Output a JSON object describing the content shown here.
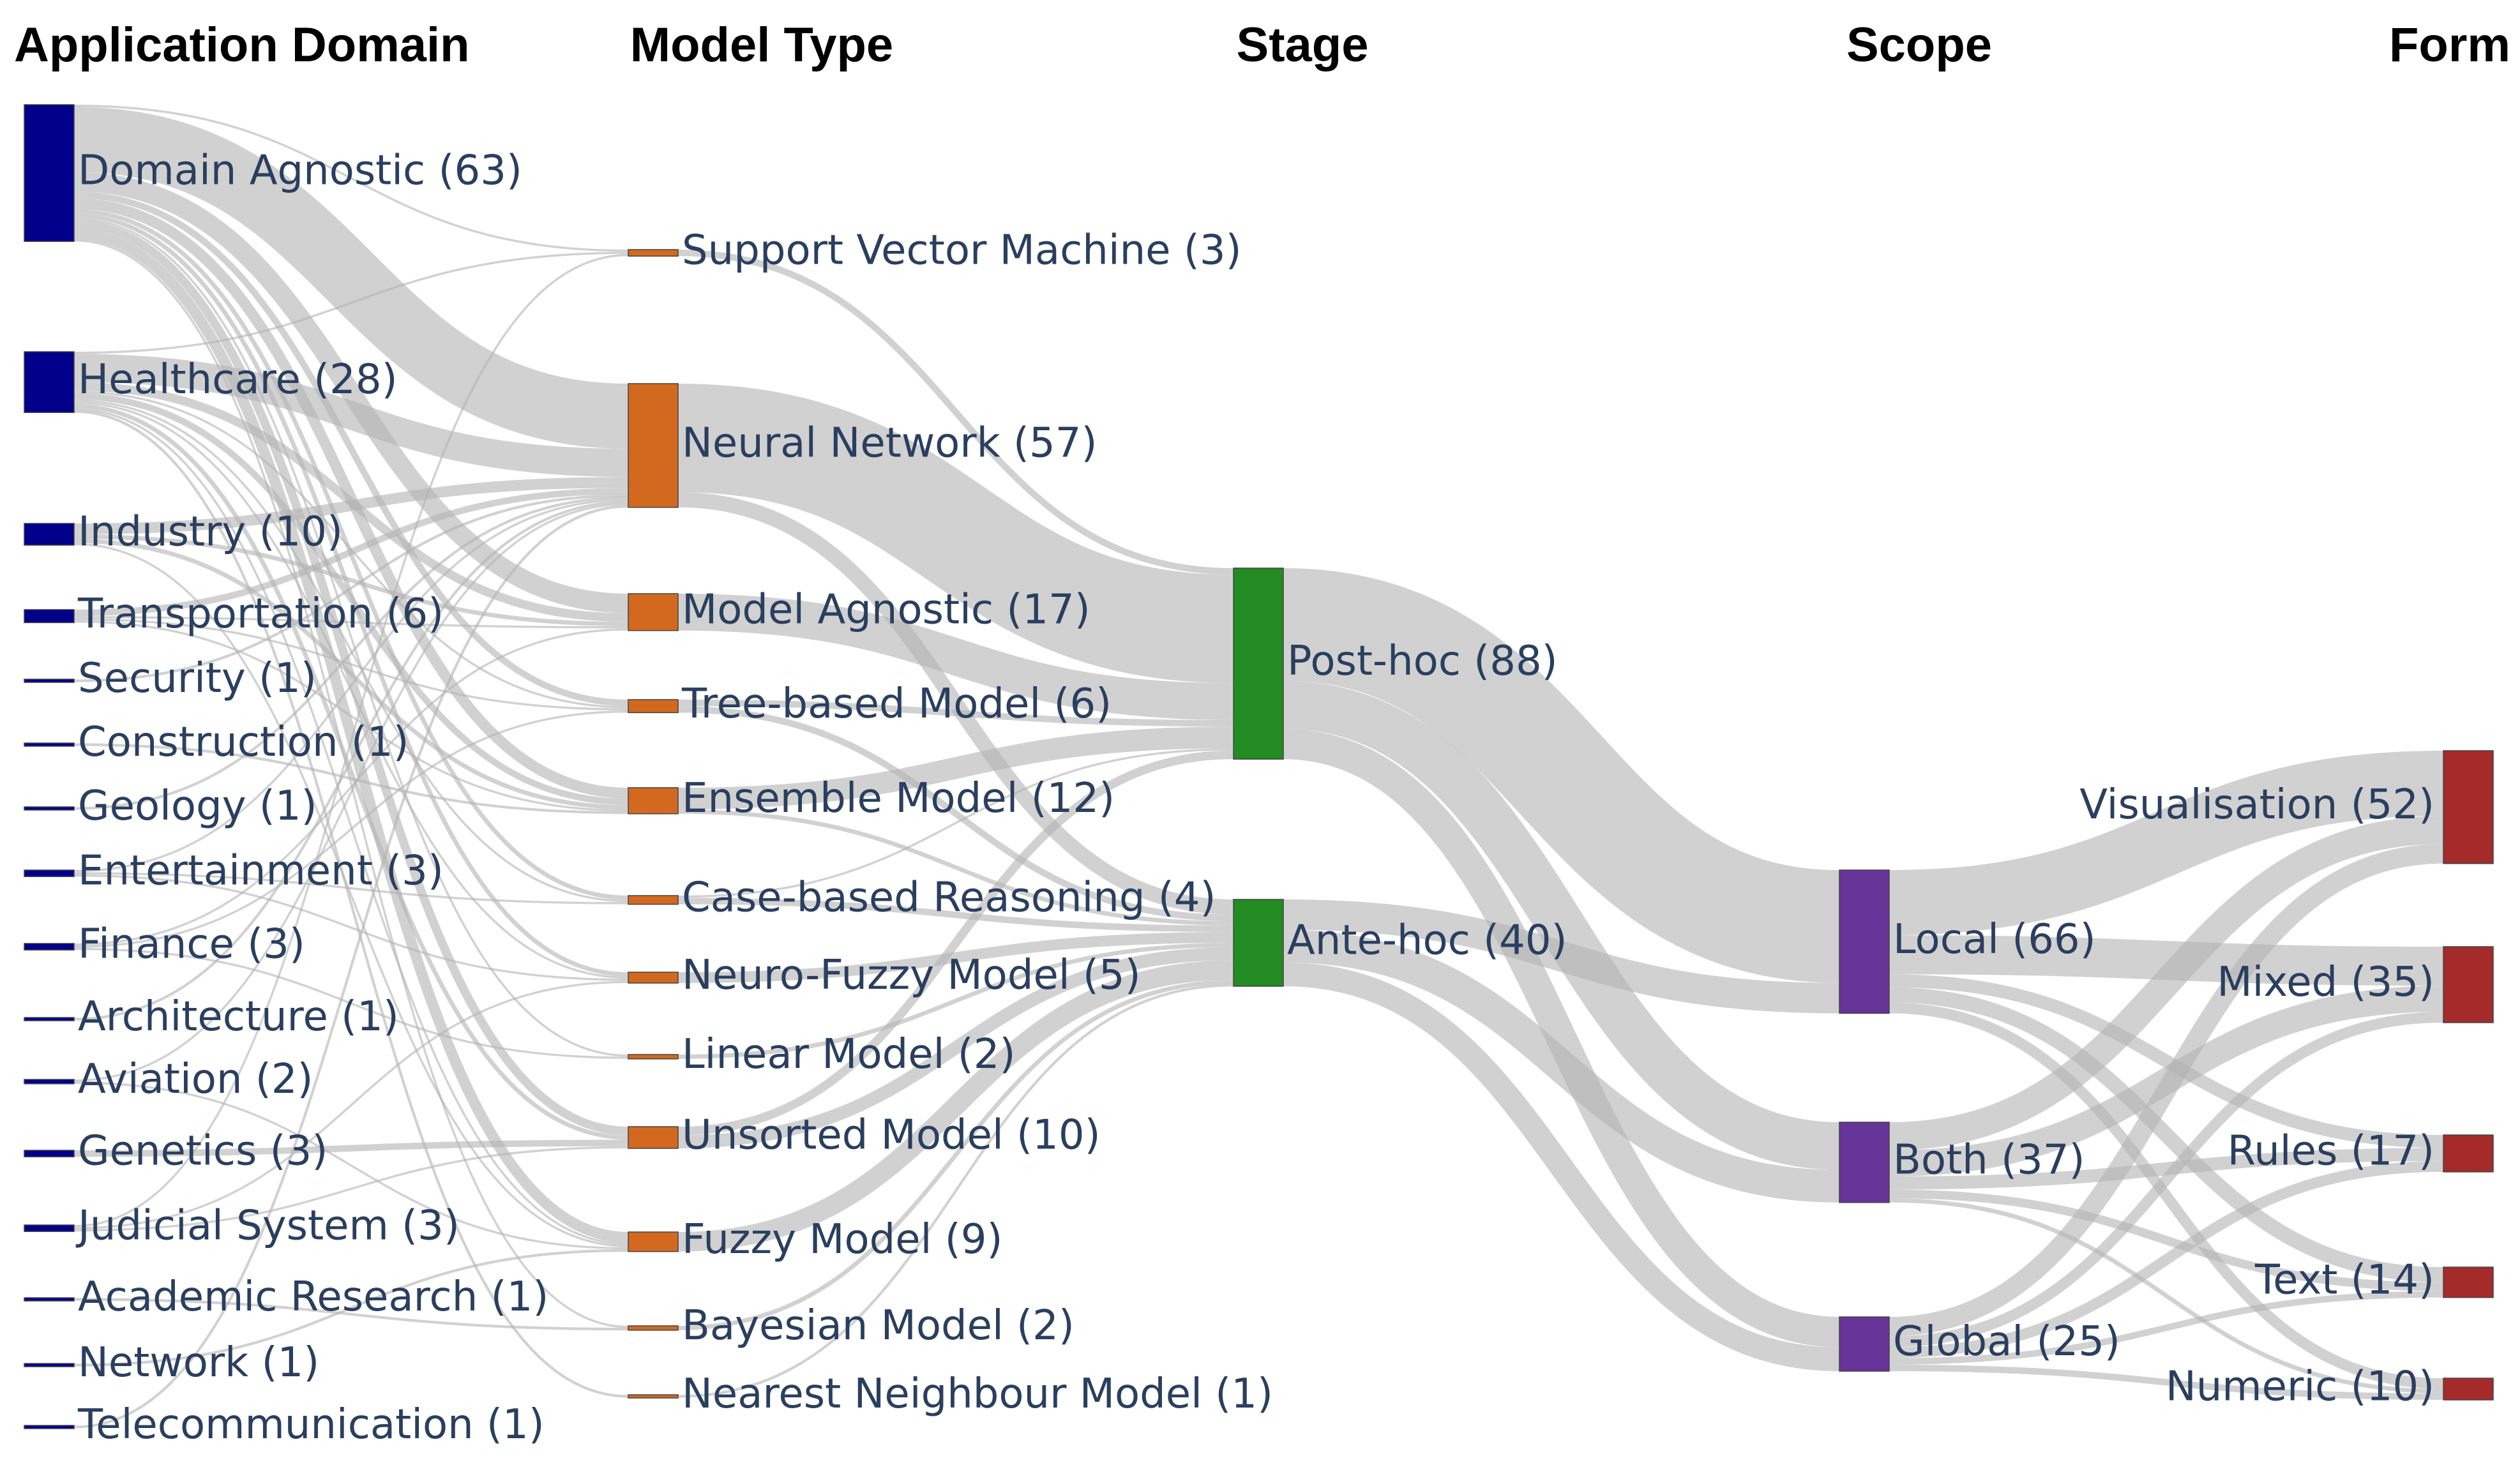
{
  "columns": [
    {
      "key": "domain",
      "title": "Application Domain",
      "color": "#00008b"
    },
    {
      "key": "model",
      "title": "Model Type",
      "color": "#d2691e"
    },
    {
      "key": "stage",
      "title": "Stage",
      "color": "#228b22"
    },
    {
      "key": "scope",
      "title": "Scope",
      "color": "#663399"
    },
    {
      "key": "form",
      "title": "Form",
      "color": "#a52a2a"
    }
  ],
  "nodes": {
    "domain": [
      {
        "id": "d_agnostic",
        "name": "Domain Agnostic",
        "count": 63
      },
      {
        "id": "d_health",
        "name": "Healthcare",
        "count": 28
      },
      {
        "id": "d_industry",
        "name": "Industry",
        "count": 10
      },
      {
        "id": "d_transport",
        "name": "Transportation",
        "count": 6
      },
      {
        "id": "d_security",
        "name": "Security",
        "count": 1
      },
      {
        "id": "d_construction",
        "name": "Construction",
        "count": 1
      },
      {
        "id": "d_geology",
        "name": "Geology",
        "count": 1
      },
      {
        "id": "d_entertainment",
        "name": "Entertainment",
        "count": 3
      },
      {
        "id": "d_finance",
        "name": "Finance",
        "count": 3
      },
      {
        "id": "d_architecture",
        "name": "Architecture",
        "count": 1
      },
      {
        "id": "d_aviation",
        "name": "Aviation",
        "count": 2
      },
      {
        "id": "d_genetics",
        "name": "Genetics",
        "count": 3
      },
      {
        "id": "d_judicial",
        "name": "Judicial System",
        "count": 3
      },
      {
        "id": "d_academic",
        "name": "Academic Research",
        "count": 1
      },
      {
        "id": "d_network",
        "name": "Network",
        "count": 1
      },
      {
        "id": "d_telecom",
        "name": "Telecommunication",
        "count": 1
      }
    ],
    "model": [
      {
        "id": "m_svm",
        "name": "Support Vector Machine",
        "count": 3
      },
      {
        "id": "m_nn",
        "name": "Neural Network",
        "count": 57
      },
      {
        "id": "m_agnostic",
        "name": "Model Agnostic",
        "count": 17
      },
      {
        "id": "m_tree",
        "name": "Tree-based Model",
        "count": 6
      },
      {
        "id": "m_ensemble",
        "name": "Ensemble Model",
        "count": 12
      },
      {
        "id": "m_cbr",
        "name": "Case-based Reasoning",
        "count": 4
      },
      {
        "id": "m_neurofuzzy",
        "name": "Neuro-Fuzzy Model",
        "count": 5
      },
      {
        "id": "m_linear",
        "name": "Linear Model",
        "count": 2
      },
      {
        "id": "m_unsorted",
        "name": "Unsorted Model",
        "count": 10
      },
      {
        "id": "m_fuzzy",
        "name": "Fuzzy Model",
        "count": 9
      },
      {
        "id": "m_bayes",
        "name": "Bayesian Model",
        "count": 2
      },
      {
        "id": "m_nnm",
        "name": "Nearest Neighbour Model",
        "count": 1
      }
    ],
    "stage": [
      {
        "id": "s_post",
        "name": "Post-hoc",
        "count": 88
      },
      {
        "id": "s_ante",
        "name": "Ante-hoc",
        "count": 40
      }
    ],
    "scope": [
      {
        "id": "c_local",
        "name": "Local",
        "count": 66
      },
      {
        "id": "c_both",
        "name": "Both",
        "count": 37
      },
      {
        "id": "c_global",
        "name": "Global",
        "count": 25
      }
    ],
    "form": [
      {
        "id": "f_vis",
        "name": "Visualisation",
        "count": 52
      },
      {
        "id": "f_mixed",
        "name": "Mixed",
        "count": 35
      },
      {
        "id": "f_rules",
        "name": "Rules",
        "count": 17
      },
      {
        "id": "f_text",
        "name": "Text",
        "count": 14
      },
      {
        "id": "f_numeric",
        "name": "Numeric",
        "count": 10
      }
    ]
  },
  "links": [
    {
      "s": "d_agnostic",
      "t": "m_svm",
      "v": 1
    },
    {
      "s": "d_agnostic",
      "t": "m_nn",
      "v": 30
    },
    {
      "s": "d_agnostic",
      "t": "m_agnostic",
      "v": 9
    },
    {
      "s": "d_agnostic",
      "t": "m_tree",
      "v": 3
    },
    {
      "s": "d_agnostic",
      "t": "m_ensemble",
      "v": 5
    },
    {
      "s": "d_agnostic",
      "t": "m_cbr",
      "v": 2
    },
    {
      "s": "d_agnostic",
      "t": "m_neurofuzzy",
      "v": 2
    },
    {
      "s": "d_agnostic",
      "t": "m_linear",
      "v": 1
    },
    {
      "s": "d_agnostic",
      "t": "m_unsorted",
      "v": 4
    },
    {
      "s": "d_agnostic",
      "t": "m_fuzzy",
      "v": 5
    },
    {
      "s": "d_agnostic",
      "t": "m_bayes",
      "v": 1
    },
    {
      "s": "d_health",
      "t": "m_svm",
      "v": 1
    },
    {
      "s": "d_health",
      "t": "m_nn",
      "v": 13
    },
    {
      "s": "d_health",
      "t": "m_agnostic",
      "v": 4
    },
    {
      "s": "d_health",
      "t": "m_tree",
      "v": 1
    },
    {
      "s": "d_health",
      "t": "m_ensemble",
      "v": 3
    },
    {
      "s": "d_health",
      "t": "m_cbr",
      "v": 1
    },
    {
      "s": "d_health",
      "t": "m_neurofuzzy",
      "v": 1
    },
    {
      "s": "d_health",
      "t": "m_unsorted",
      "v": 2
    },
    {
      "s": "d_health",
      "t": "m_fuzzy",
      "v": 1
    },
    {
      "s": "d_health",
      "t": "m_nnm",
      "v": 1
    },
    {
      "s": "d_industry",
      "t": "m_nn",
      "v": 5
    },
    {
      "s": "d_industry",
      "t": "m_agnostic",
      "v": 2
    },
    {
      "s": "d_industry",
      "t": "m_ensemble",
      "v": 2
    },
    {
      "s": "d_industry",
      "t": "m_fuzzy",
      "v": 1
    },
    {
      "s": "d_transport",
      "t": "m_nn",
      "v": 3
    },
    {
      "s": "d_transport",
      "t": "m_agnostic",
      "v": 1
    },
    {
      "s": "d_transport",
      "t": "m_tree",
      "v": 1
    },
    {
      "s": "d_transport",
      "t": "m_ensemble",
      "v": 1
    },
    {
      "s": "d_security",
      "t": "m_nn",
      "v": 1
    },
    {
      "s": "d_construction",
      "t": "m_ensemble",
      "v": 1
    },
    {
      "s": "d_geology",
      "t": "m_nn",
      "v": 1
    },
    {
      "s": "d_entertainment",
      "t": "m_nn",
      "v": 1
    },
    {
      "s": "d_entertainment",
      "t": "m_cbr",
      "v": 1
    },
    {
      "s": "d_entertainment",
      "t": "m_neurofuzzy",
      "v": 1
    },
    {
      "s": "d_finance",
      "t": "m_agnostic",
      "v": 1
    },
    {
      "s": "d_finance",
      "t": "m_tree",
      "v": 1
    },
    {
      "s": "d_finance",
      "t": "m_linear",
      "v": 1
    },
    {
      "s": "d_architecture",
      "t": "m_nn",
      "v": 1
    },
    {
      "s": "d_aviation",
      "t": "m_nn",
      "v": 1
    },
    {
      "s": "d_aviation",
      "t": "m_fuzzy",
      "v": 1
    },
    {
      "s": "d_genetics",
      "t": "m_unsorted",
      "v": 3
    },
    {
      "s": "d_judicial",
      "t": "m_svm",
      "v": 1
    },
    {
      "s": "d_judicial",
      "t": "m_neurofuzzy",
      "v": 1
    },
    {
      "s": "d_judicial",
      "t": "m_unsorted",
      "v": 1
    },
    {
      "s": "d_academic",
      "t": "m_bayes",
      "v": 1
    },
    {
      "s": "d_network",
      "t": "m_fuzzy",
      "v": 1
    },
    {
      "s": "d_telecom",
      "t": "m_nn",
      "v": 1
    },
    {
      "s": "m_svm",
      "t": "s_post",
      "v": 3
    },
    {
      "s": "m_nn",
      "t": "s_post",
      "v": 50
    },
    {
      "s": "m_nn",
      "t": "s_ante",
      "v": 7
    },
    {
      "s": "m_agnostic",
      "t": "s_post",
      "v": 17
    },
    {
      "s": "m_tree",
      "t": "s_post",
      "v": 3
    },
    {
      "s": "m_tree",
      "t": "s_ante",
      "v": 3
    },
    {
      "s": "m_ensemble",
      "t": "s_post",
      "v": 10
    },
    {
      "s": "m_ensemble",
      "t": "s_ante",
      "v": 2
    },
    {
      "s": "m_cbr",
      "t": "s_post",
      "v": 1
    },
    {
      "s": "m_cbr",
      "t": "s_ante",
      "v": 3
    },
    {
      "s": "m_neurofuzzy",
      "t": "s_ante",
      "v": 5
    },
    {
      "s": "m_linear",
      "t": "s_ante",
      "v": 2
    },
    {
      "s": "m_unsorted",
      "t": "s_post",
      "v": 4
    },
    {
      "s": "m_unsorted",
      "t": "s_ante",
      "v": 6
    },
    {
      "s": "m_fuzzy",
      "t": "s_ante",
      "v": 9
    },
    {
      "s": "m_bayes",
      "t": "s_ante",
      "v": 2
    },
    {
      "s": "m_nnm",
      "t": "s_ante",
      "v": 1
    },
    {
      "s": "s_post",
      "t": "c_local",
      "v": 52
    },
    {
      "s": "s_post",
      "t": "c_both",
      "v": 22
    },
    {
      "s": "s_post",
      "t": "c_global",
      "v": 14
    },
    {
      "s": "s_ante",
      "t": "c_local",
      "v": 14
    },
    {
      "s": "s_ante",
      "t": "c_both",
      "v": 15
    },
    {
      "s": "s_ante",
      "t": "c_global",
      "v": 11
    },
    {
      "s": "c_local",
      "t": "f_vis",
      "v": 30
    },
    {
      "s": "c_local",
      "t": "f_mixed",
      "v": 18
    },
    {
      "s": "c_local",
      "t": "f_rules",
      "v": 6
    },
    {
      "s": "c_local",
      "t": "f_text",
      "v": 7
    },
    {
      "s": "c_local",
      "t": "f_numeric",
      "v": 5
    },
    {
      "s": "c_both",
      "t": "f_vis",
      "v": 13
    },
    {
      "s": "c_both",
      "t": "f_mixed",
      "v": 12
    },
    {
      "s": "c_both",
      "t": "f_rules",
      "v": 6
    },
    {
      "s": "c_both",
      "t": "f_text",
      "v": 4
    },
    {
      "s": "c_both",
      "t": "f_numeric",
      "v": 2
    },
    {
      "s": "c_global",
      "t": "f_vis",
      "v": 9
    },
    {
      "s": "c_global",
      "t": "f_mixed",
      "v": 5
    },
    {
      "s": "c_global",
      "t": "f_rules",
      "v": 5
    },
    {
      "s": "c_global",
      "t": "f_text",
      "v": 3
    },
    {
      "s": "c_global",
      "t": "f_numeric",
      "v": 3
    }
  ]
}
